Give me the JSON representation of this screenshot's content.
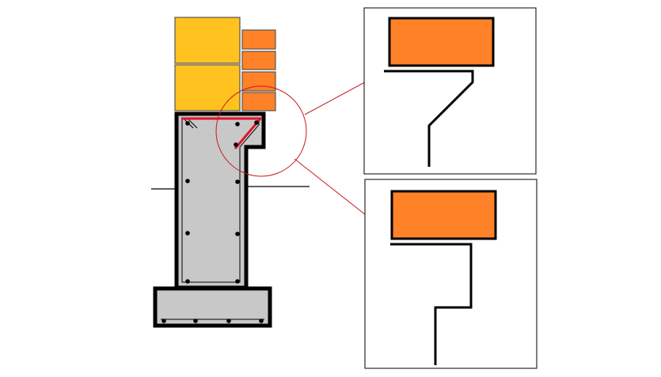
{
  "colors": {
    "background": "#ffffff",
    "outline": "#000000",
    "concrete": "#c8c8c8",
    "block": "#ffc21e",
    "brick": "#ff8228",
    "rebar_highlight": "#e0142d",
    "callout": "#c41c1c",
    "detail_fill": "#ff8228"
  },
  "figure": {
    "elements": [
      "masonry-block",
      "brick",
      "retaining-wall-stem",
      "footing",
      "rebar",
      "ground-line",
      "detail-callout-circle",
      "detail-panel-sloped-bar",
      "detail-panel-stepped-bar"
    ]
  }
}
